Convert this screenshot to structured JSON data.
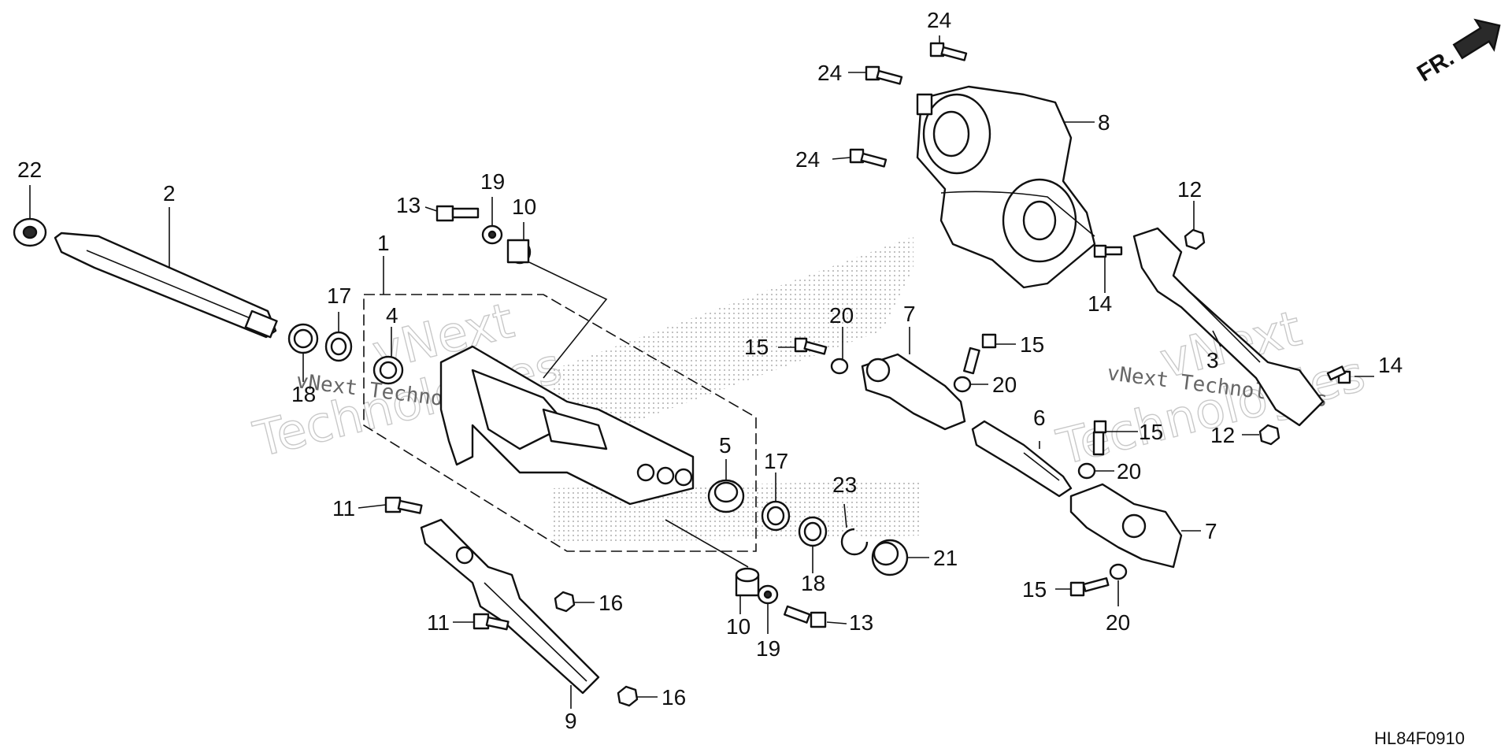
{
  "diagram": {
    "drawing_code": "HL84F0910",
    "direction_label": "FR.",
    "watermark": {
      "line1": "vNext",
      "line2": "Technologies",
      "inline": "vNext Technologies"
    },
    "callouts": {
      "c1": "1",
      "c2": "2",
      "c3": "3",
      "c4": "4",
      "c5": "5",
      "c6": "6",
      "c7a": "7",
      "c7b": "7",
      "c8": "8",
      "c9": "9",
      "c10a": "10",
      "c10b": "10",
      "c11a": "11",
      "c11b": "11",
      "c12a": "12",
      "c12b": "12",
      "c13a": "13",
      "c13b": "13",
      "c14a": "14",
      "c14b": "14",
      "c15a": "15",
      "c15b": "15",
      "c15c": "15",
      "c15d": "15",
      "c16a": "16",
      "c16b": "16",
      "c17a": "17",
      "c17b": "17",
      "c18a": "18",
      "c18b": "18",
      "c19a": "19",
      "c19b": "19",
      "c20a": "20",
      "c20b": "20",
      "c20c": "20",
      "c20d": "20",
      "c21": "21",
      "c22": "22",
      "c23": "23",
      "c24a": "24",
      "c24b": "24",
      "c24c": "24"
    }
  }
}
